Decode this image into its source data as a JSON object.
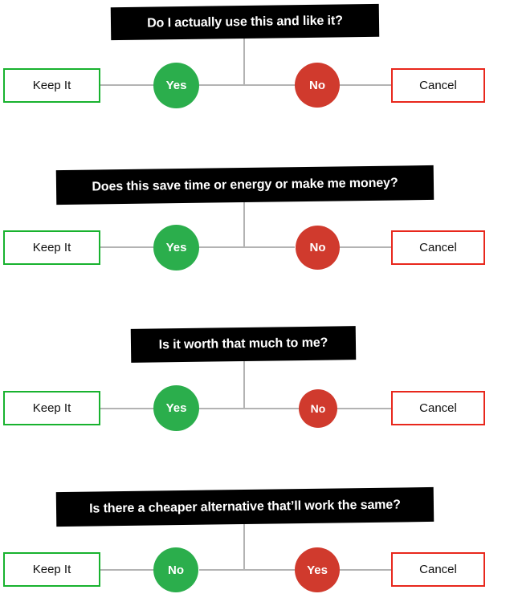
{
  "colors": {
    "banner_bg": "#000000",
    "banner_text": "#ffffff",
    "green": "#2bae4c",
    "red": "#d03a2d",
    "keep_border": "#18b22e",
    "cancel_border": "#e8271c",
    "line": "#b3b3b3",
    "page_bg": "#ffffff"
  },
  "chart_data": {
    "type": "diagram",
    "title": "Purchase decision flowchart",
    "rows": [
      {
        "question": "Do I actually use this and like it?",
        "left_outcome": "Keep It",
        "right_outcome": "Cancel",
        "left_answer": "Yes",
        "left_answer_color": "green",
        "right_answer": "No",
        "right_answer_color": "red"
      },
      {
        "question": "Does this save time or energy or make me money?",
        "left_outcome": "Keep It",
        "right_outcome": "Cancel",
        "left_answer": "Yes",
        "left_answer_color": "green",
        "right_answer": "No",
        "right_answer_color": "red"
      },
      {
        "question": "Is it worth that much to me?",
        "left_outcome": "Keep It",
        "right_outcome": "Cancel",
        "left_answer": "Yes",
        "left_answer_color": "green",
        "right_answer": "No",
        "right_answer_color": "red"
      },
      {
        "question": "Is there a cheaper alternative that’ll work the same?",
        "left_outcome": "Keep It",
        "right_outcome": "Cancel",
        "left_answer": "No",
        "left_answer_color": "green",
        "right_answer": "Yes",
        "right_answer_color": "red"
      }
    ]
  },
  "rows": [
    {
      "question": "Do I actually use this and like it?",
      "left_outcome": "Keep It",
      "right_outcome": "Cancel",
      "left_answer": "Yes",
      "right_answer": "No"
    },
    {
      "question": "Does this save time or energy or make me money?",
      "left_outcome": "Keep It",
      "right_outcome": "Cancel",
      "left_answer": "Yes",
      "right_answer": "No"
    },
    {
      "question": "Is it worth that much to me?",
      "left_outcome": "Keep It",
      "right_outcome": "Cancel",
      "left_answer": "Yes",
      "right_answer": "No"
    },
    {
      "question": "Is there a cheaper alternative that’ll work the same?",
      "left_outcome": "Keep It",
      "right_outcome": "Cancel",
      "left_answer": "No",
      "right_answer": "Yes"
    }
  ]
}
